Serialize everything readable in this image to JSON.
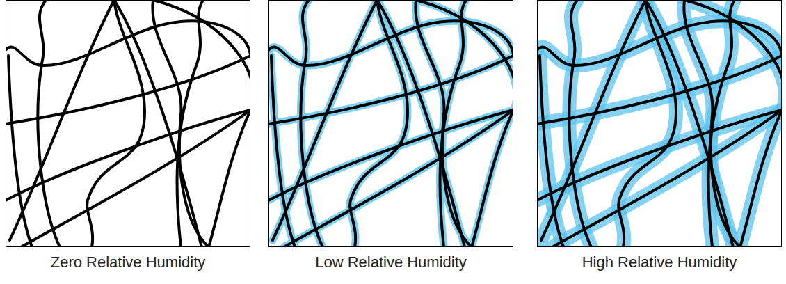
{
  "diagram": {
    "nodes": [
      {
        "text": [
          "Zero Relative Humidity"
        ]
      },
      {
        "text": [
          "Low Relative Humidity"
        ]
      },
      {
        "text": [
          "High Relative Humidity"
        ]
      }
    ]
  }
}
